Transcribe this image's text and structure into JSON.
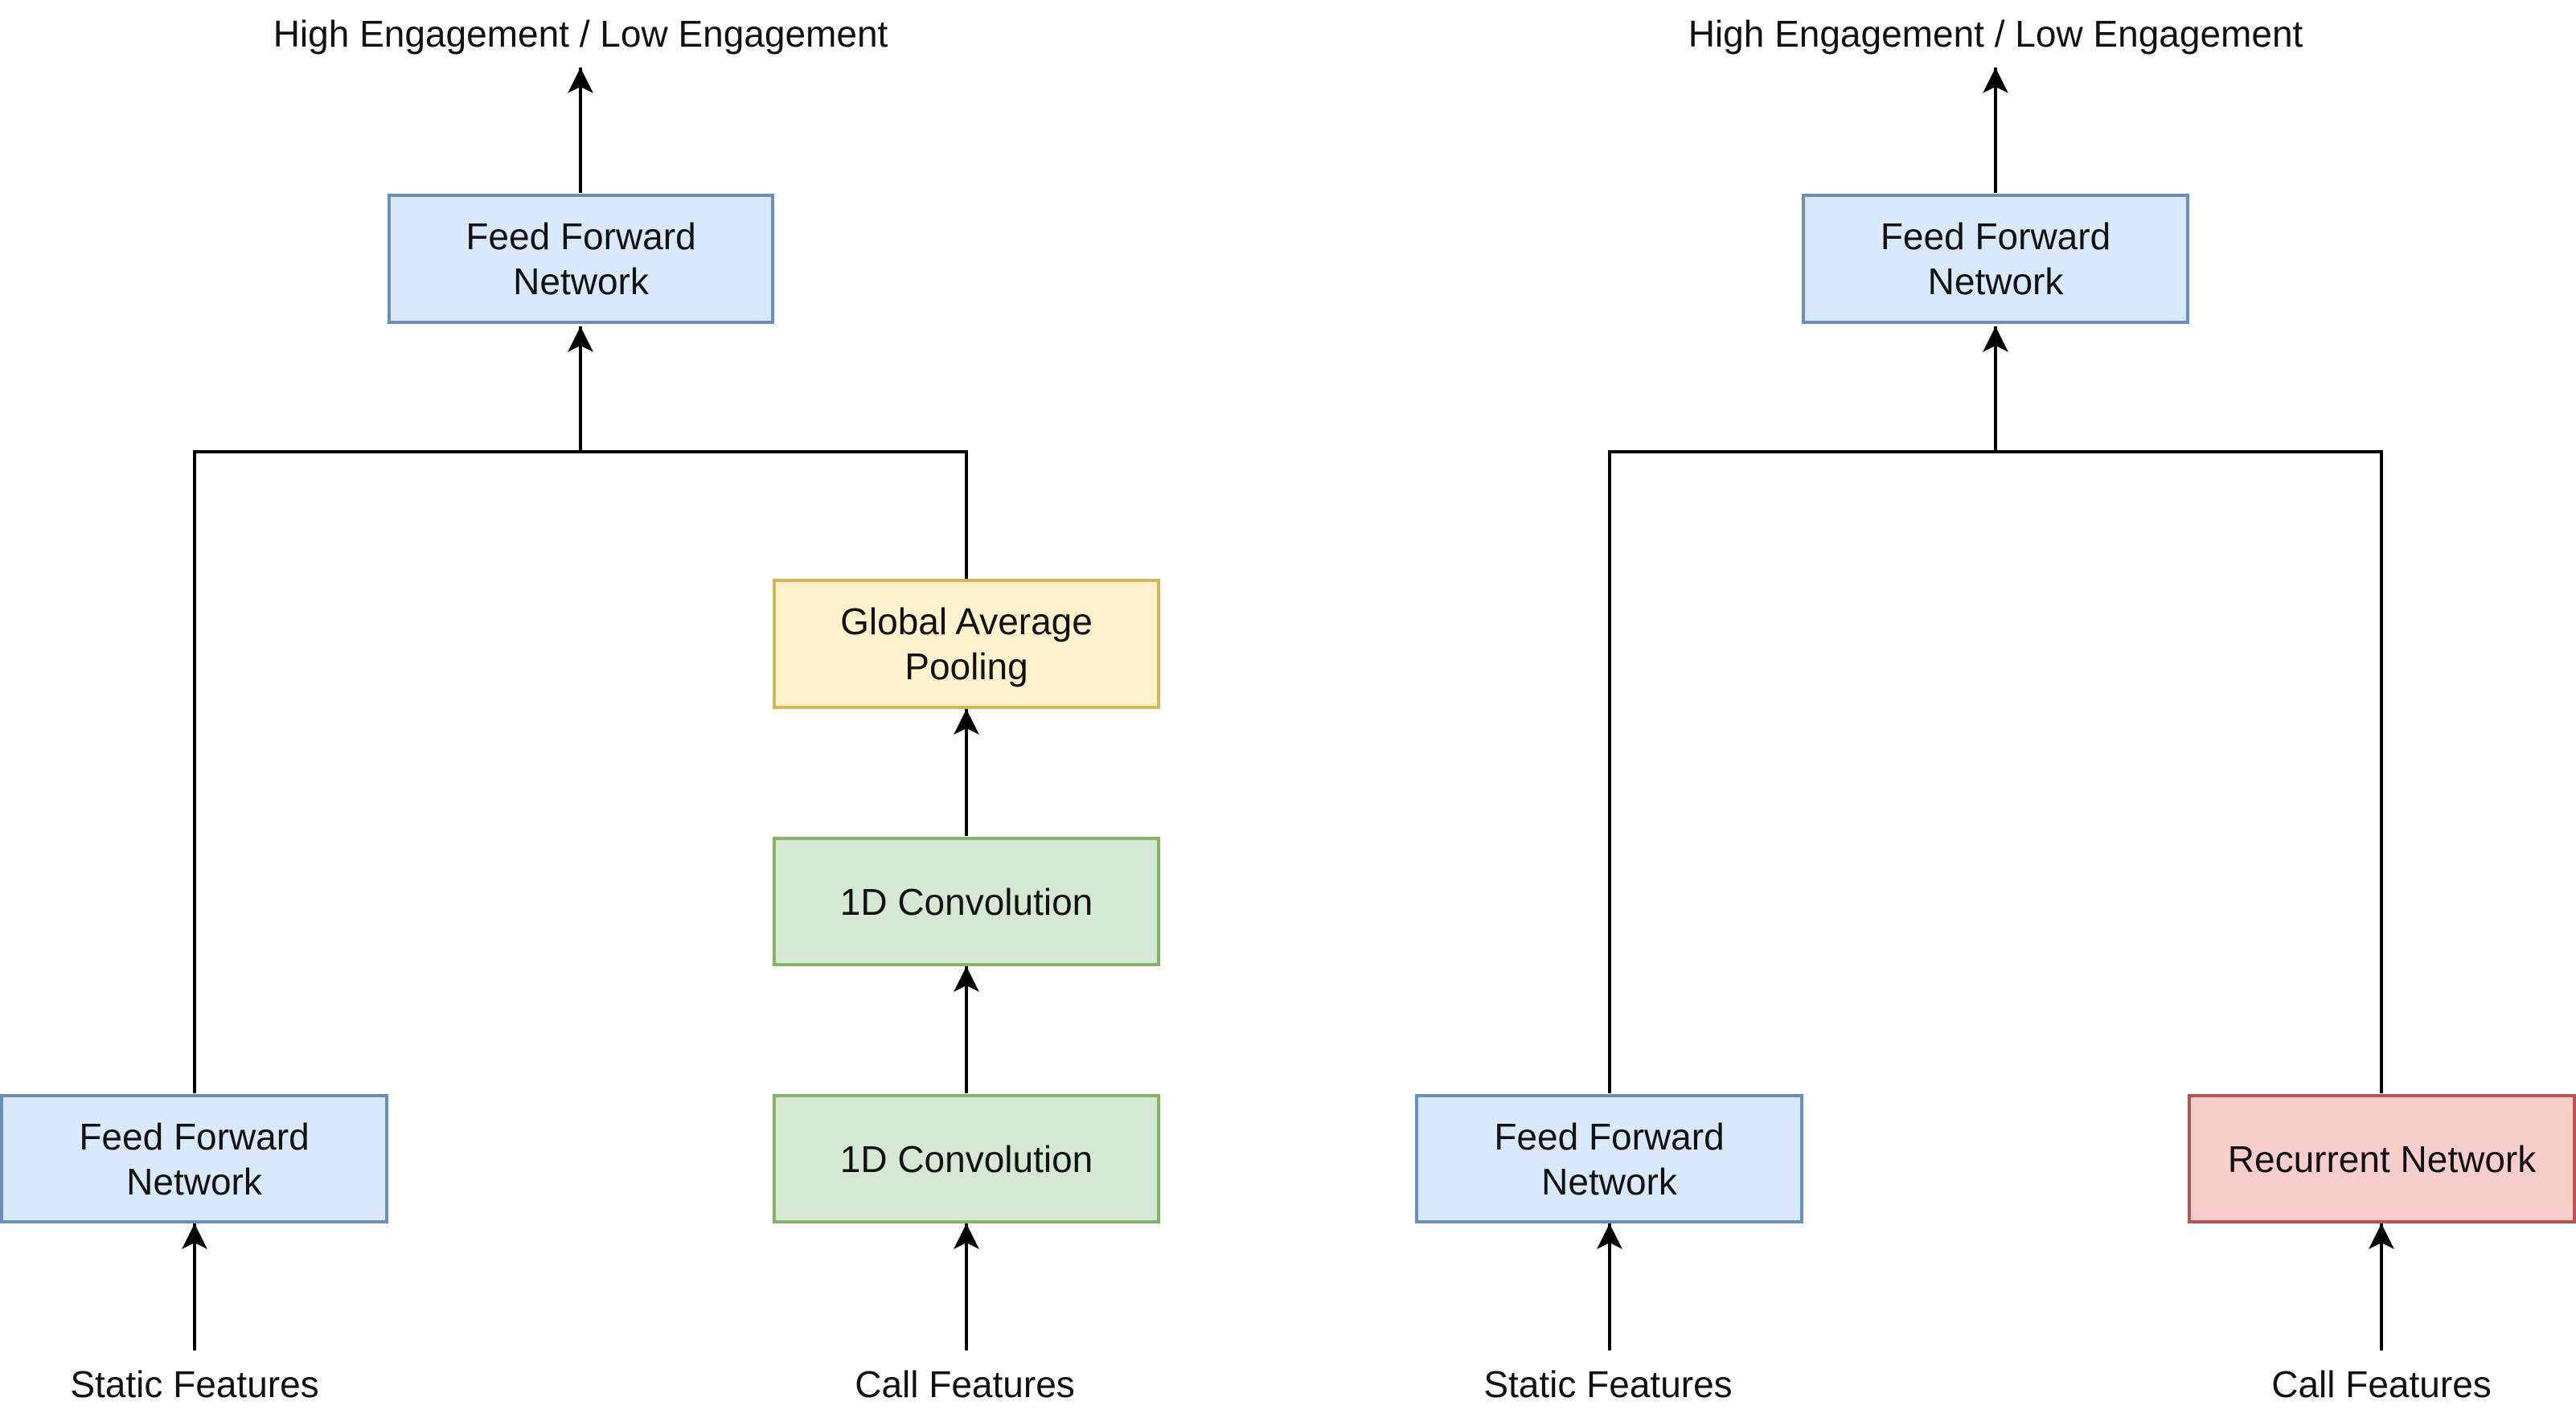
{
  "left_diagram": {
    "output_label": "High Engagement / Low Engagement",
    "top_ffn": {
      "line1": "Feed Forward",
      "line2": "Network"
    },
    "gap": {
      "line1": "Global Average",
      "line2": "Pooling"
    },
    "conv_upper": "1D Convolution",
    "conv_lower": "1D Convolution",
    "static_ffn": {
      "line1": "Feed Forward",
      "line2": "Network"
    },
    "static_input": "Static Features",
    "call_input": "Call Features"
  },
  "right_diagram": {
    "output_label": "High Engagement / Low Engagement",
    "top_ffn": {
      "line1": "Feed Forward",
      "line2": "Network"
    },
    "static_ffn": {
      "line1": "Feed Forward",
      "line2": "Network"
    },
    "rnn": "Recurrent Network",
    "static_input": "Static Features",
    "call_input": "Call Features"
  },
  "colors": {
    "blue_fill": "#dae8fc",
    "blue_stroke": "#6c8ebf",
    "yellow_fill": "#fff2cc",
    "yellow_stroke": "#d6b656",
    "green_fill": "#d5e8d4",
    "green_stroke": "#82b366",
    "red_fill": "#f8cecc",
    "red_stroke": "#b85450",
    "line": "#000000"
  }
}
